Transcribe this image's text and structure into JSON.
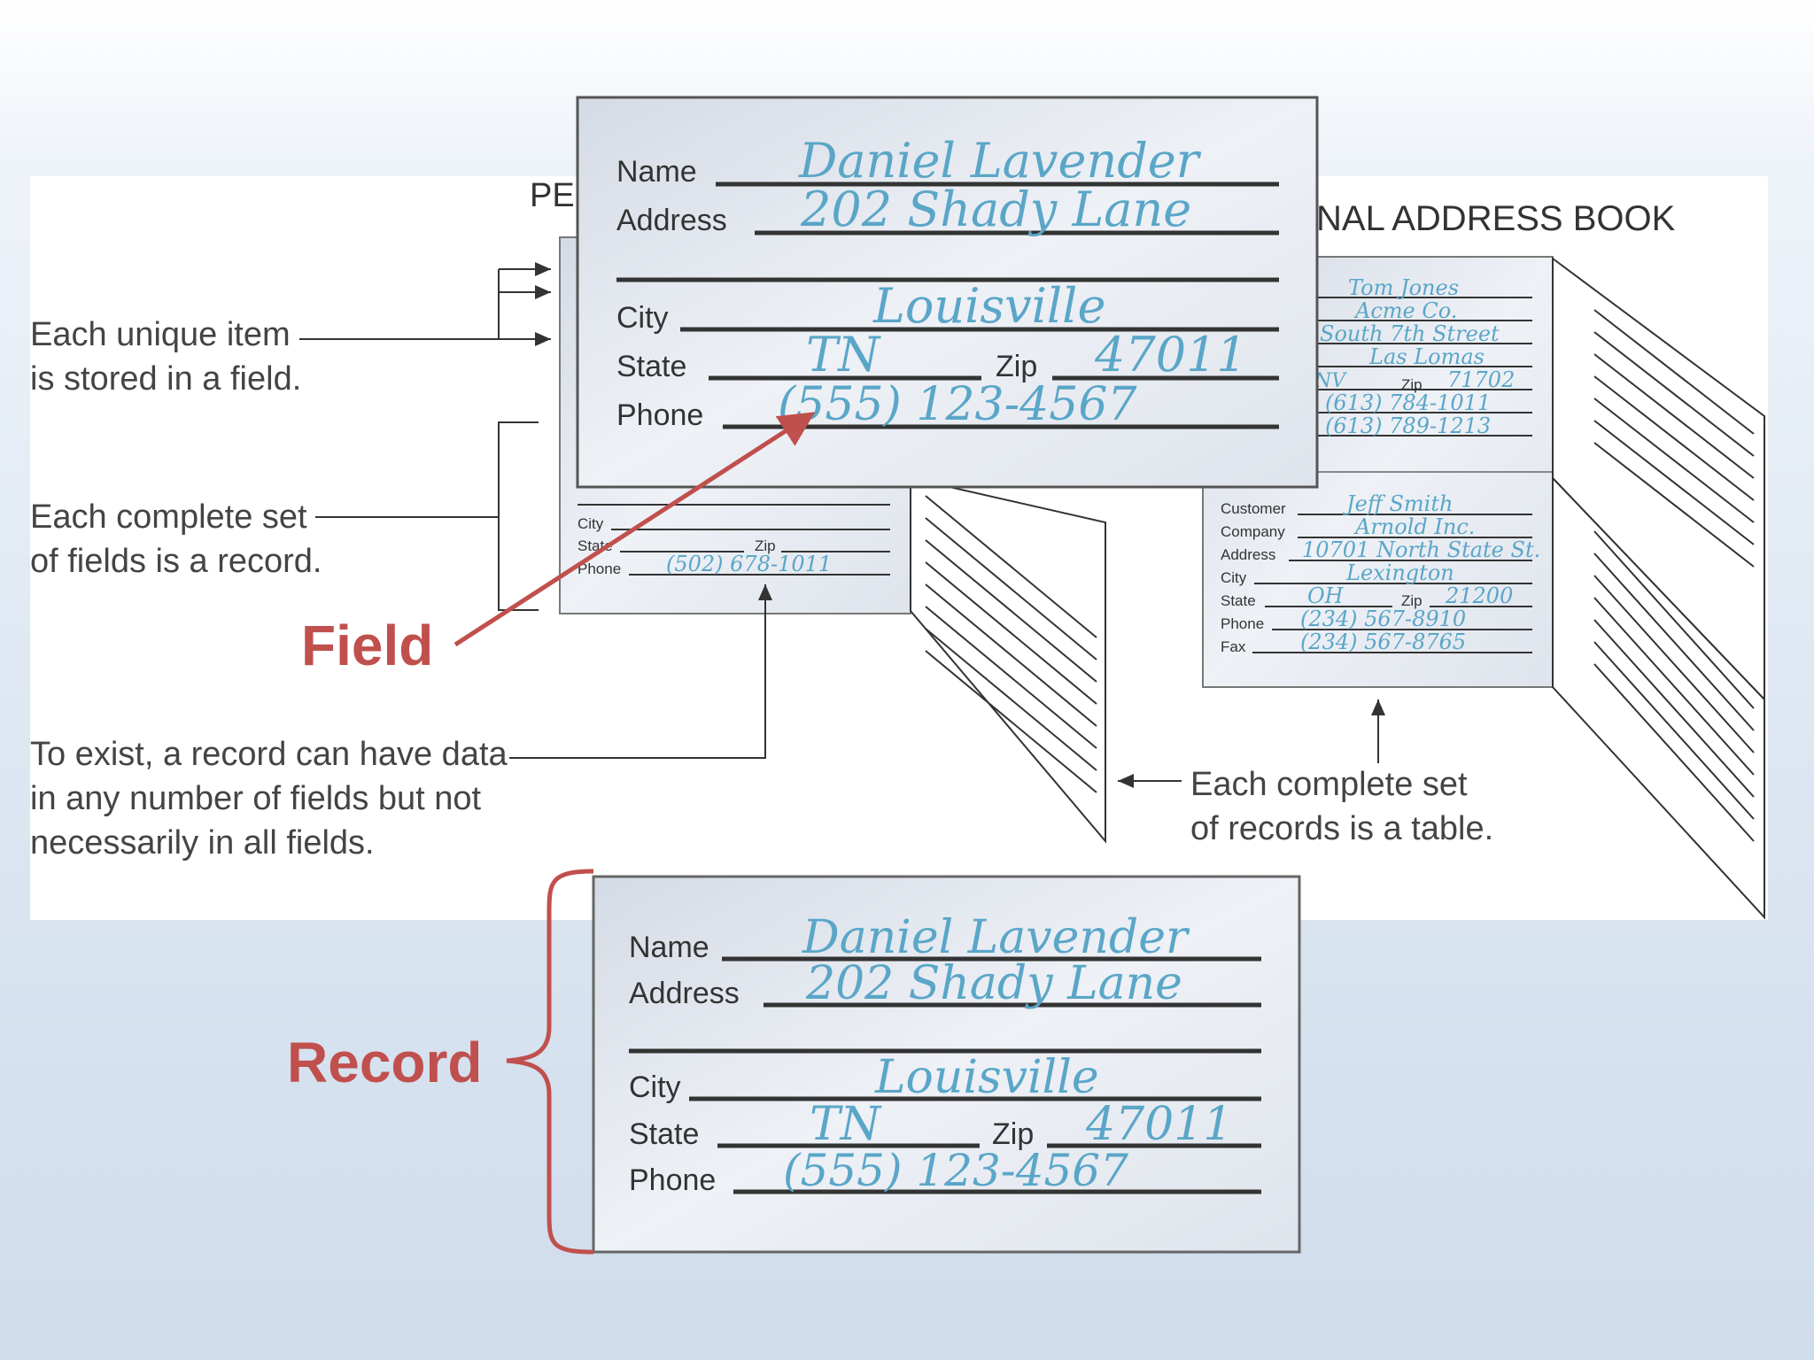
{
  "title_left": "PE",
  "title_right": "NAL ADDRESS BOOK",
  "captions": {
    "field_item_1": "Each unique item",
    "field_item_2": "is stored in a field.",
    "record_set_1": "Each complete set",
    "record_set_2": "of fields is a record.",
    "exist_1": "To exist, a record can have data",
    "exist_2": "in any number of fields but not",
    "exist_3": "necessarily in all fields.",
    "table_1": "Each complete set",
    "table_2": "of records is a table."
  },
  "callouts": {
    "field": "Field",
    "record": "Record"
  },
  "card_labels": {
    "name": "Name",
    "address": "Address",
    "city": "City",
    "state": "State",
    "zip": "Zip",
    "phone": "Phone",
    "customer": "Customer",
    "company": "Company",
    "fax": "Fax"
  },
  "card_main": {
    "name": "Daniel Lavender",
    "address": "202 Shady Lane",
    "city": "Louisville",
    "state": "TN",
    "zip": "47011",
    "phone": "(555) 123-4567"
  },
  "card_back_left": {
    "phone": "(502) 678-1011"
  },
  "card_right_top": {
    "customer": "Tom Jones",
    "company": "Acme Co.",
    "address": "South 7th Street",
    "city": "Las Lomas",
    "state": "NV",
    "zip": "71702",
    "phone": "(613) 784-1011",
    "fax": "(613) 789-1213"
  },
  "card_right_bottom": {
    "customer": "Jeff Smith",
    "company": "Arnold Inc.",
    "address": "10701 North State St.",
    "city": "Lexington",
    "state": "OH",
    "zip": "21200",
    "phone": "(234) 567-8910",
    "fax": "(234) 567-8765"
  },
  "colors": {
    "accent_red": "#c0504d",
    "handwriting_blue": "#5aa6c8",
    "card_gray": "#e4e8ef"
  }
}
